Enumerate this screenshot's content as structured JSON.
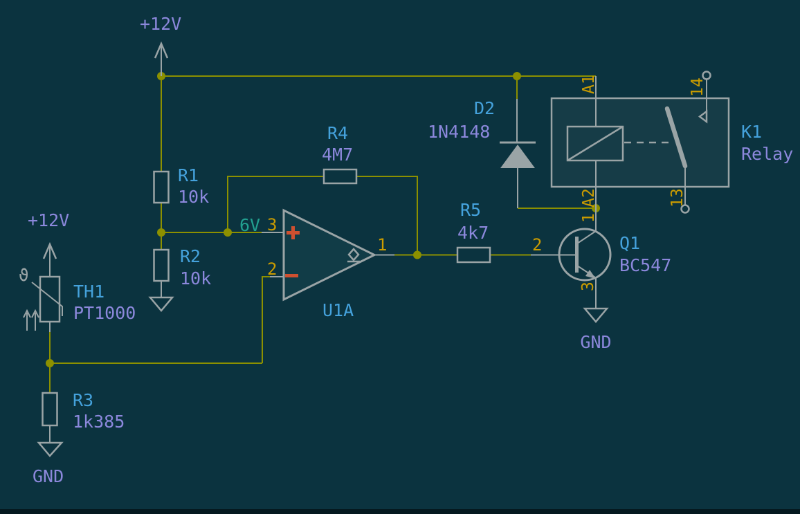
{
  "canvas": {
    "background_color": "#0b333f",
    "bottom_edge_color": "#05191f"
  },
  "colors": {
    "wire": "#8c9000",
    "symbol_outline": "#9aa4a6",
    "reference_label": "#45a2dc",
    "value_label": "#8c88dc",
    "pin_number": "#cb9c00",
    "net_label": "#22a191",
    "opamp_input_marks": "#cf5030"
  },
  "power_labels": {
    "vcc_top": "+12V",
    "vcc_sensor": "+12V",
    "gnd": "GND"
  },
  "net_labels": {
    "v6": "6V"
  },
  "components": {
    "r1": {
      "ref": "R1",
      "value": "10k"
    },
    "r2": {
      "ref": "R2",
      "value": "10k"
    },
    "r3": {
      "ref": "R3",
      "value": "1k385"
    },
    "r4": {
      "ref": "R4",
      "value": "4M7"
    },
    "r5": {
      "ref": "R5",
      "value": "4k7"
    },
    "th1": {
      "ref": "TH1",
      "value": "PT1000"
    },
    "u1": {
      "ref": "U1A",
      "pins": {
        "noninverting": "3",
        "inverting": "2",
        "output": "1"
      }
    },
    "q1": {
      "ref": "Q1",
      "value": "BC547",
      "pins": {
        "base": "2",
        "collector": "1",
        "emitter": "3"
      }
    },
    "d2": {
      "ref": "D2",
      "value": "1N4148"
    },
    "k1": {
      "ref": "K1",
      "value": "Relay",
      "pins": {
        "coil_a1": "A1",
        "coil_a2": "A2",
        "contact_13": "13",
        "contact_14": "14"
      }
    }
  }
}
